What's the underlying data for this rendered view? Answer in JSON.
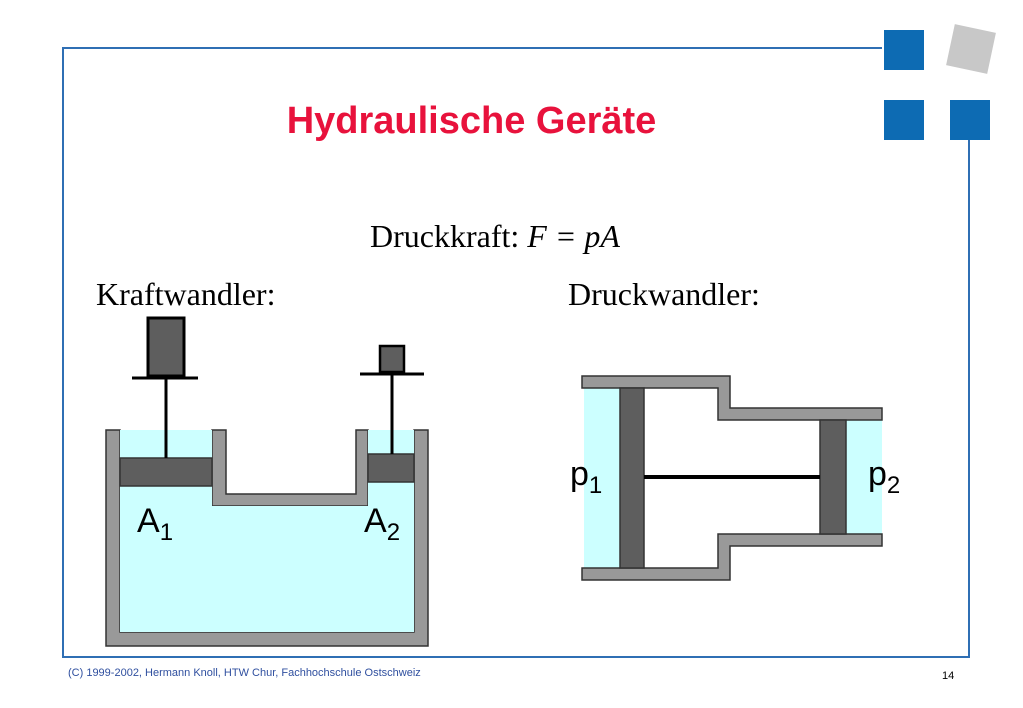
{
  "slide": {
    "title": "Hydraulische Geräte",
    "formula_label": "Druckkraft:",
    "formula_math": "F = pA",
    "left_label": "Kraftwandler:",
    "right_label": "Druckwandler:",
    "footer": "(C) 1999-2002, Hermann Knoll, HTW Chur, Fachhochschule Ostschweiz",
    "page_number": "14"
  },
  "diagram": {
    "area_1": {
      "base": "A",
      "sub": "1"
    },
    "area_2": {
      "base": "A",
      "sub": "2"
    },
    "pressure_1": {
      "base": "p",
      "sub": "1"
    },
    "pressure_2": {
      "base": "p",
      "sub": "2"
    }
  },
  "colors": {
    "title": "#e8123c",
    "frame": "#2f6fb4",
    "accent_blue": "#0d6bb3",
    "accent_grey": "#c8c8c8",
    "liquid": "#ccffff",
    "wall": "#999999",
    "piston": "#5e5e5e"
  }
}
